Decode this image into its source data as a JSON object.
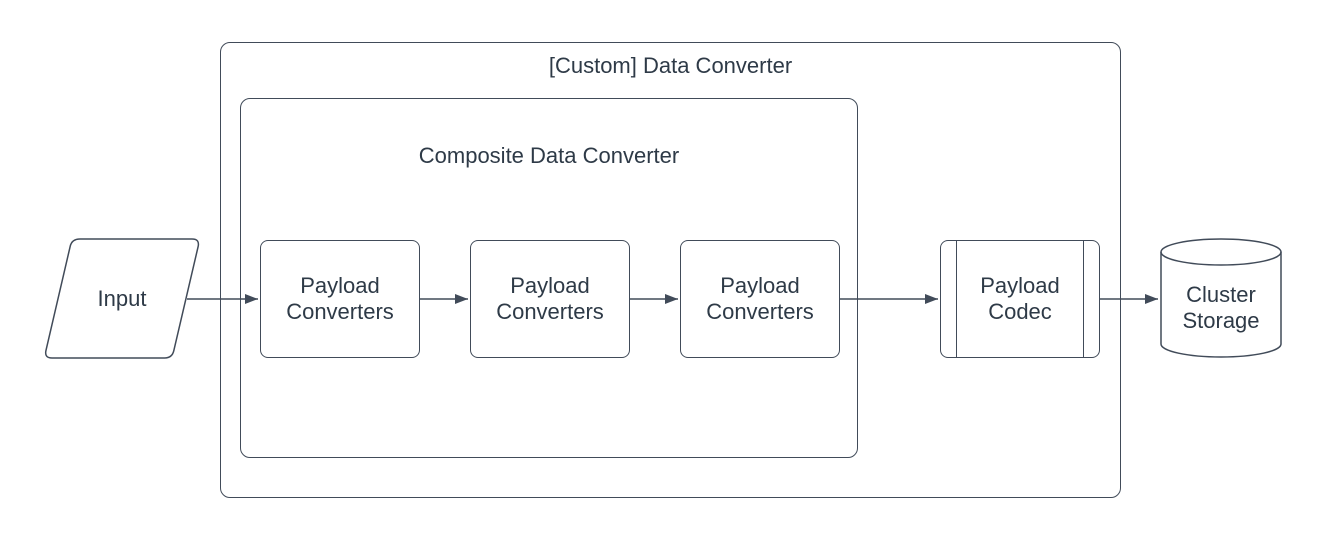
{
  "diagram": {
    "type": "flowchart",
    "background_color": "#ffffff",
    "stroke_color": "#414b59",
    "text_color": "#2e3a47",
    "outer_group": {
      "title": "[Custom] Data Converter"
    },
    "inner_group": {
      "title": "Composite Data Converter"
    },
    "nodes": {
      "input": {
        "label": "Input",
        "shape": "parallelogram"
      },
      "payload_converter_1": {
        "label": "Payload Converters",
        "shape": "rounded-rectangle"
      },
      "payload_converter_2": {
        "label": "Payload Converters",
        "shape": "rounded-rectangle"
      },
      "payload_converter_3": {
        "label": "Payload Converters",
        "shape": "rounded-rectangle"
      },
      "payload_codec": {
        "label": "Payload Codec",
        "shape": "predefined-process"
      },
      "cluster_storage": {
        "label": "Cluster Storage",
        "shape": "cylinder"
      }
    },
    "edges": [
      {
        "from": "input",
        "to": "payload_converter_1"
      },
      {
        "from": "payload_converter_1",
        "to": "payload_converter_2"
      },
      {
        "from": "payload_converter_2",
        "to": "payload_converter_3"
      },
      {
        "from": "payload_converter_3",
        "to": "payload_codec"
      },
      {
        "from": "payload_codec",
        "to": "cluster_storage"
      }
    ]
  }
}
